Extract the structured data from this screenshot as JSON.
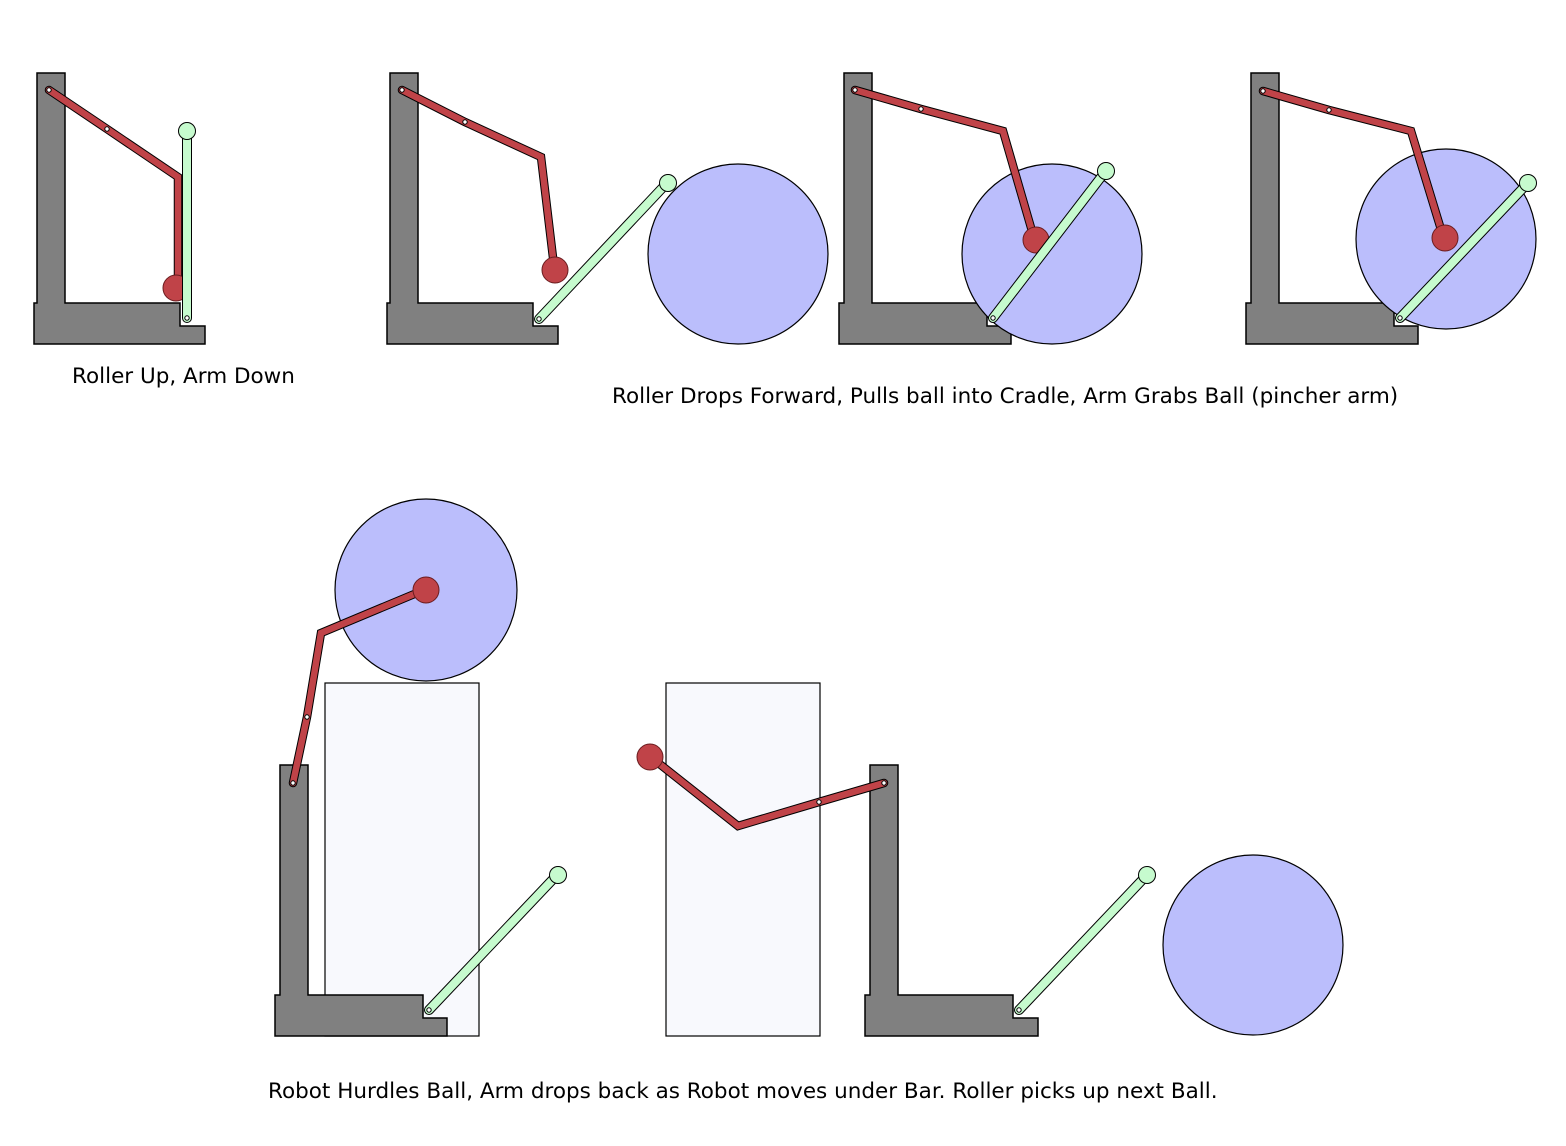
{
  "captions": {
    "roller_up": "Roller Up, Arm Down",
    "roller_drops": "Roller Drops Forward, Pulls ball into Cradle, Arm Grabs Ball (pincher arm)",
    "robot_hurdles": "Robot Hurdles Ball, Arm drops back as Robot moves under Bar.  Roller picks up next Ball."
  },
  "colors": {
    "frame": "#808080",
    "ball": "#bbbefc",
    "roller_arm": "#c04348",
    "pincher_arm": "#c6fbce",
    "bar": "#f8f9fd"
  }
}
